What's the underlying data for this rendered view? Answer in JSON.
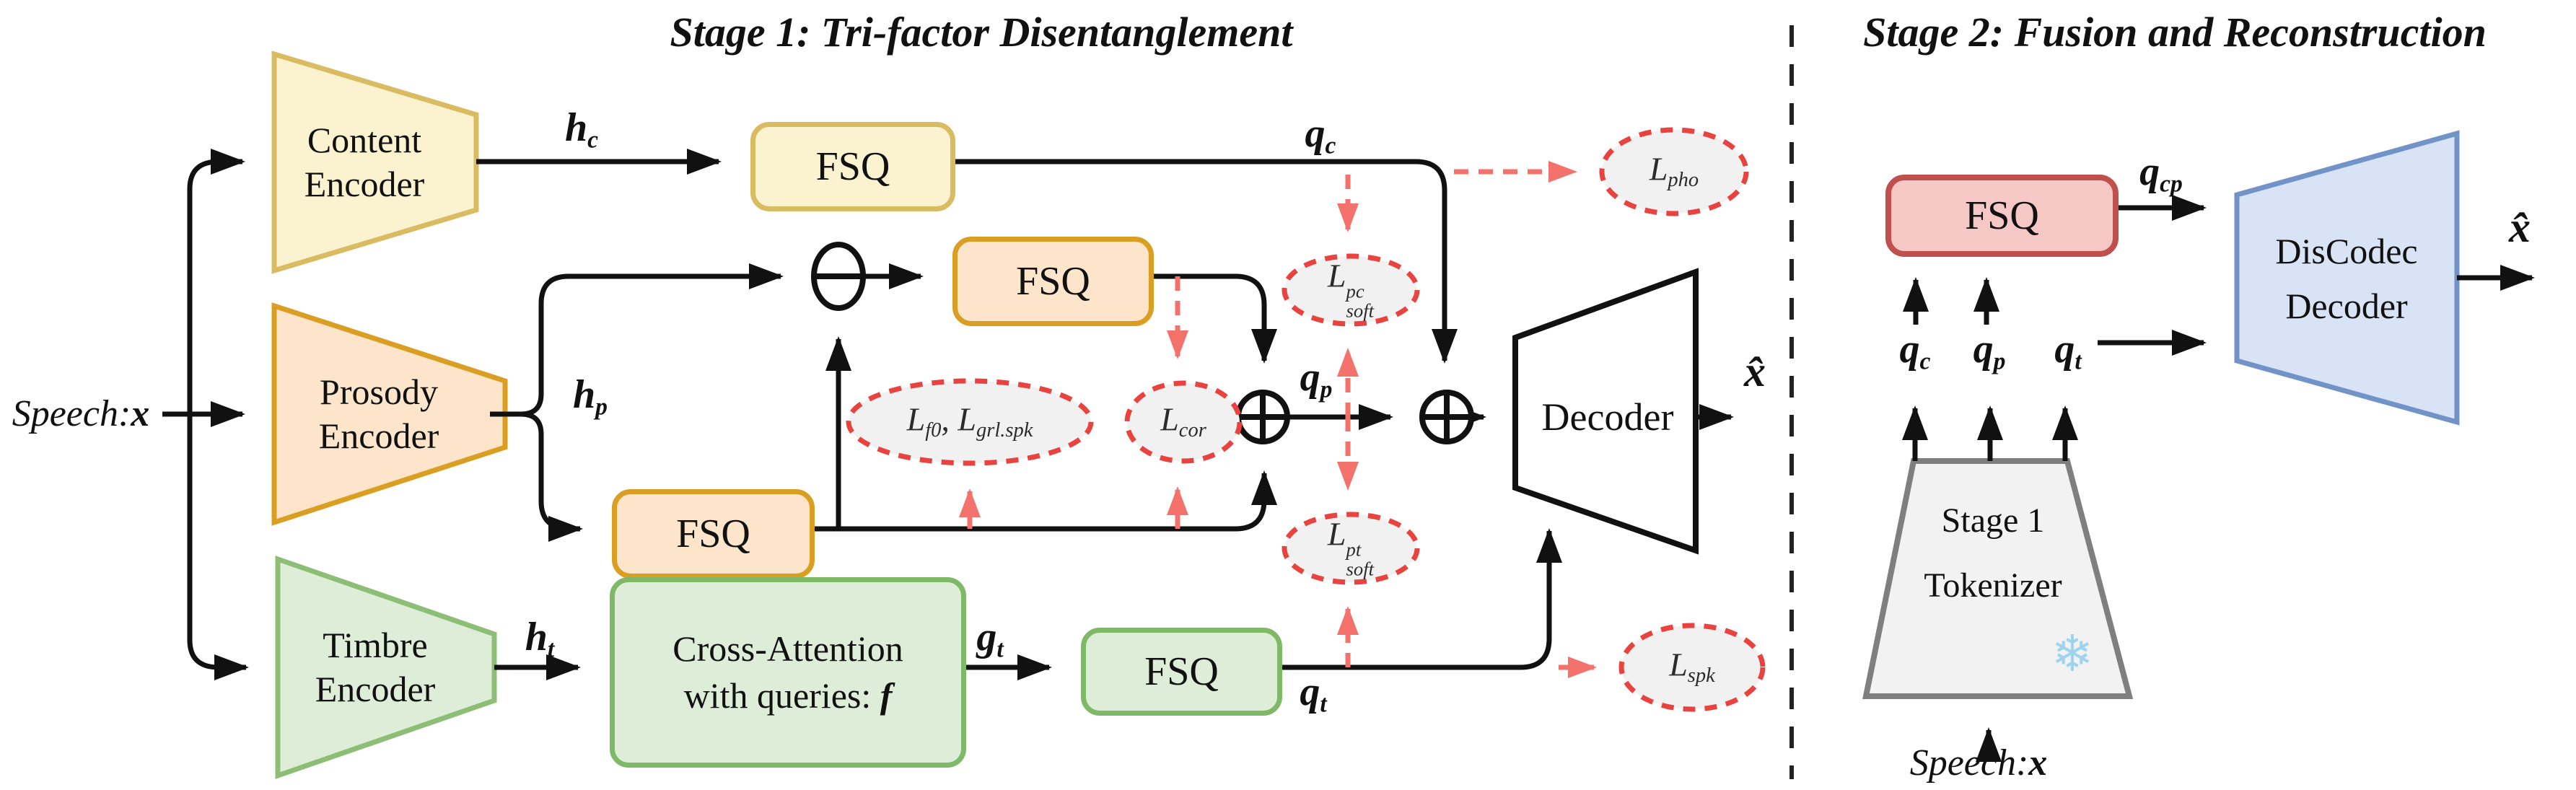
{
  "stage1": {
    "title": "Stage 1: Tri-factor Disentanglement",
    "speech": {
      "prefix": "Speech:",
      "var": "x"
    },
    "encoders": {
      "content": {
        "line1": "Content",
        "line2": "Encoder"
      },
      "prosody": {
        "line1": "Prosody",
        "line2": "Encoder"
      },
      "timbre": {
        "line1": "Timbre",
        "line2": "Encoder"
      }
    },
    "fsq_content": "FSQ",
    "fsq_prosody_residual": "FSQ",
    "fsq_prosody": "FSQ",
    "fsq_timbre": "FSQ",
    "cross_attention": {
      "line1": "Cross-Attention",
      "line2_prefix": "with queries: ",
      "line2_var": "f"
    },
    "decoder": "Decoder",
    "signals": {
      "h_c": {
        "base": "h",
        "sub": "c"
      },
      "q_c": {
        "base": "q",
        "sub": "c"
      },
      "h_p": {
        "base": "h",
        "sub": "p"
      },
      "q_p": {
        "base": "q",
        "sub": "p"
      },
      "h_t": {
        "base": "h",
        "sub": "t"
      },
      "g_t": {
        "base": "g",
        "sub": "t"
      },
      "q_t": {
        "base": "q",
        "sub": "t"
      },
      "x_hat": "x̂"
    },
    "losses": {
      "pho": {
        "base": "L",
        "sub": "pho"
      },
      "soft_pc": {
        "base": "L",
        "sup": "pc",
        "sub": "soft"
      },
      "soft_pt": {
        "base": "L",
        "sup": "pt",
        "sub": "soft"
      },
      "f0_grl": {
        "base1": "L",
        "sub1": "f0",
        "sep": ",",
        "base2": "L",
        "sub2": "grl.spk"
      },
      "cor": {
        "base": "L",
        "sub": "cor"
      },
      "spk": {
        "base": "L",
        "sub": "spk"
      }
    }
  },
  "stage2": {
    "title": "Stage 2: Fusion and Reconstruction",
    "fsq": "FSQ",
    "signals": {
      "q_cp": {
        "base": "q",
        "sub": "cp"
      },
      "q_c": {
        "base": "q",
        "sub": "c"
      },
      "q_p": {
        "base": "q",
        "sub": "p"
      },
      "q_t": {
        "base": "q",
        "sub": "t"
      },
      "x_hat": "x̂"
    },
    "discodec": {
      "line1": "DisCodec",
      "line2": "Decoder"
    },
    "tokenizer": {
      "line1": "Stage 1",
      "line2": "Tokenizer"
    },
    "snowflake_icon": "❄",
    "speech": {
      "prefix": "Speech:",
      "var": "x"
    }
  },
  "colors": {
    "yellow_fill": "#FBF2CF",
    "yellow_border": "#D9BC62",
    "orange_fill": "#FCE5CB",
    "orange_border": "#DA9F22",
    "green_fill": "#DEEDD7",
    "green_border": "#7FB968",
    "red_fill": "#F5C8C5",
    "red_border": "#C0504D",
    "blue_fill": "#D8E4F6",
    "blue_border": "#7293C8",
    "gray_fill": "#F2F2F2",
    "gray_border": "#7F7F7F",
    "loss_fill": "#F1F1F1",
    "loss_border": "#E8433E",
    "dashed_arrow": "#F4726C",
    "line": "#111111"
  }
}
